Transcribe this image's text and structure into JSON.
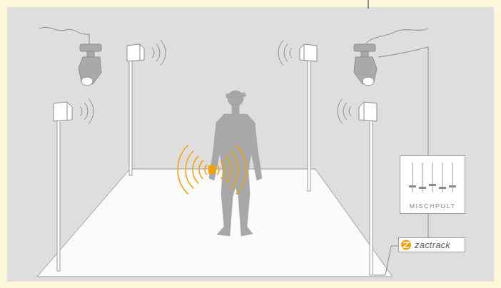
{
  "diagram": {
    "nodes": [
      {
        "text": [
          "MISCHPULT"
        ]
      },
      {
        "text": [
          "zactrack"
        ]
      }
    ],
    "edges": [
      {
        "from": 0,
        "to": 1,
        "arrow": "none"
      }
    ]
  }
}
